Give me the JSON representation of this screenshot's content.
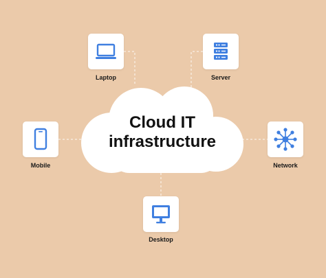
{
  "diagram": {
    "center_title_line1": "Cloud IT",
    "center_title_line2": "infrastructure",
    "nodes": {
      "laptop": {
        "label": "Laptop",
        "icon": "laptop-icon"
      },
      "server": {
        "label": "Server",
        "icon": "server-icon"
      },
      "mobile": {
        "label": "Mobile",
        "icon": "mobile-phone-icon"
      },
      "network": {
        "label": "Network",
        "icon": "network-icon"
      },
      "desktop": {
        "label": "Desktop",
        "icon": "desktop-monitor-icon"
      }
    }
  },
  "colors": {
    "background": "#EBCAAA",
    "cloud": "#FFFFFF",
    "icon_blue": "#3F7FE0",
    "connector": "#FFFFFF"
  }
}
